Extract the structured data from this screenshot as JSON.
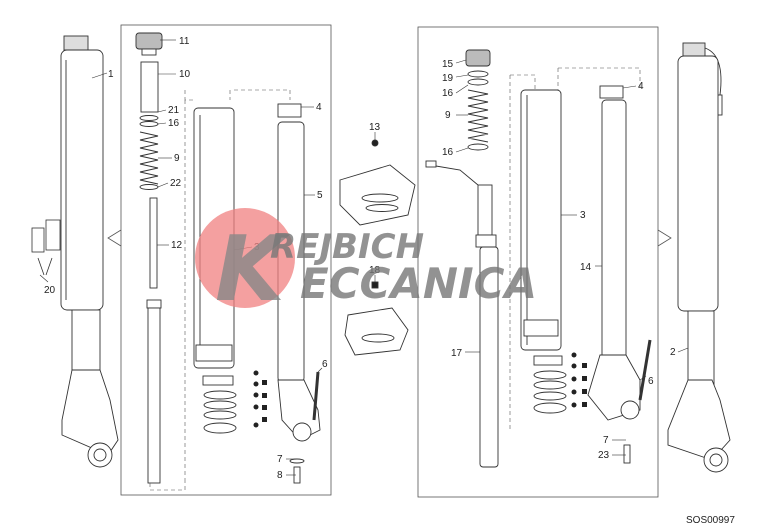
{
  "callouts": {
    "c1": "1",
    "c2": "2",
    "c3a": "3",
    "c3b": "3",
    "c4a": "4",
    "c4b": "4",
    "c5": "5",
    "c6a": "6",
    "c6b": "6",
    "c7a": "7",
    "c7b": "7",
    "c8": "8",
    "c9a": "9",
    "c9b": "9",
    "c10": "10",
    "c11": "11",
    "c12": "12",
    "c13": "13",
    "c14": "14",
    "c15": "15",
    "c16a": "16",
    "c16b": "16",
    "c16c": "16",
    "c17": "17",
    "c18": "18",
    "c19": "19",
    "c20": "20",
    "c21": "21",
    "c22": "22",
    "c23": "23"
  },
  "watermark": {
    "line1": "REJBICH",
    "line2": "ECCANICA",
    "letter": "K"
  },
  "drawing_code": "SOS00997",
  "colors": {
    "line": "#333333",
    "watermark_red": "#f08080",
    "watermark_gray": "#808080"
  }
}
